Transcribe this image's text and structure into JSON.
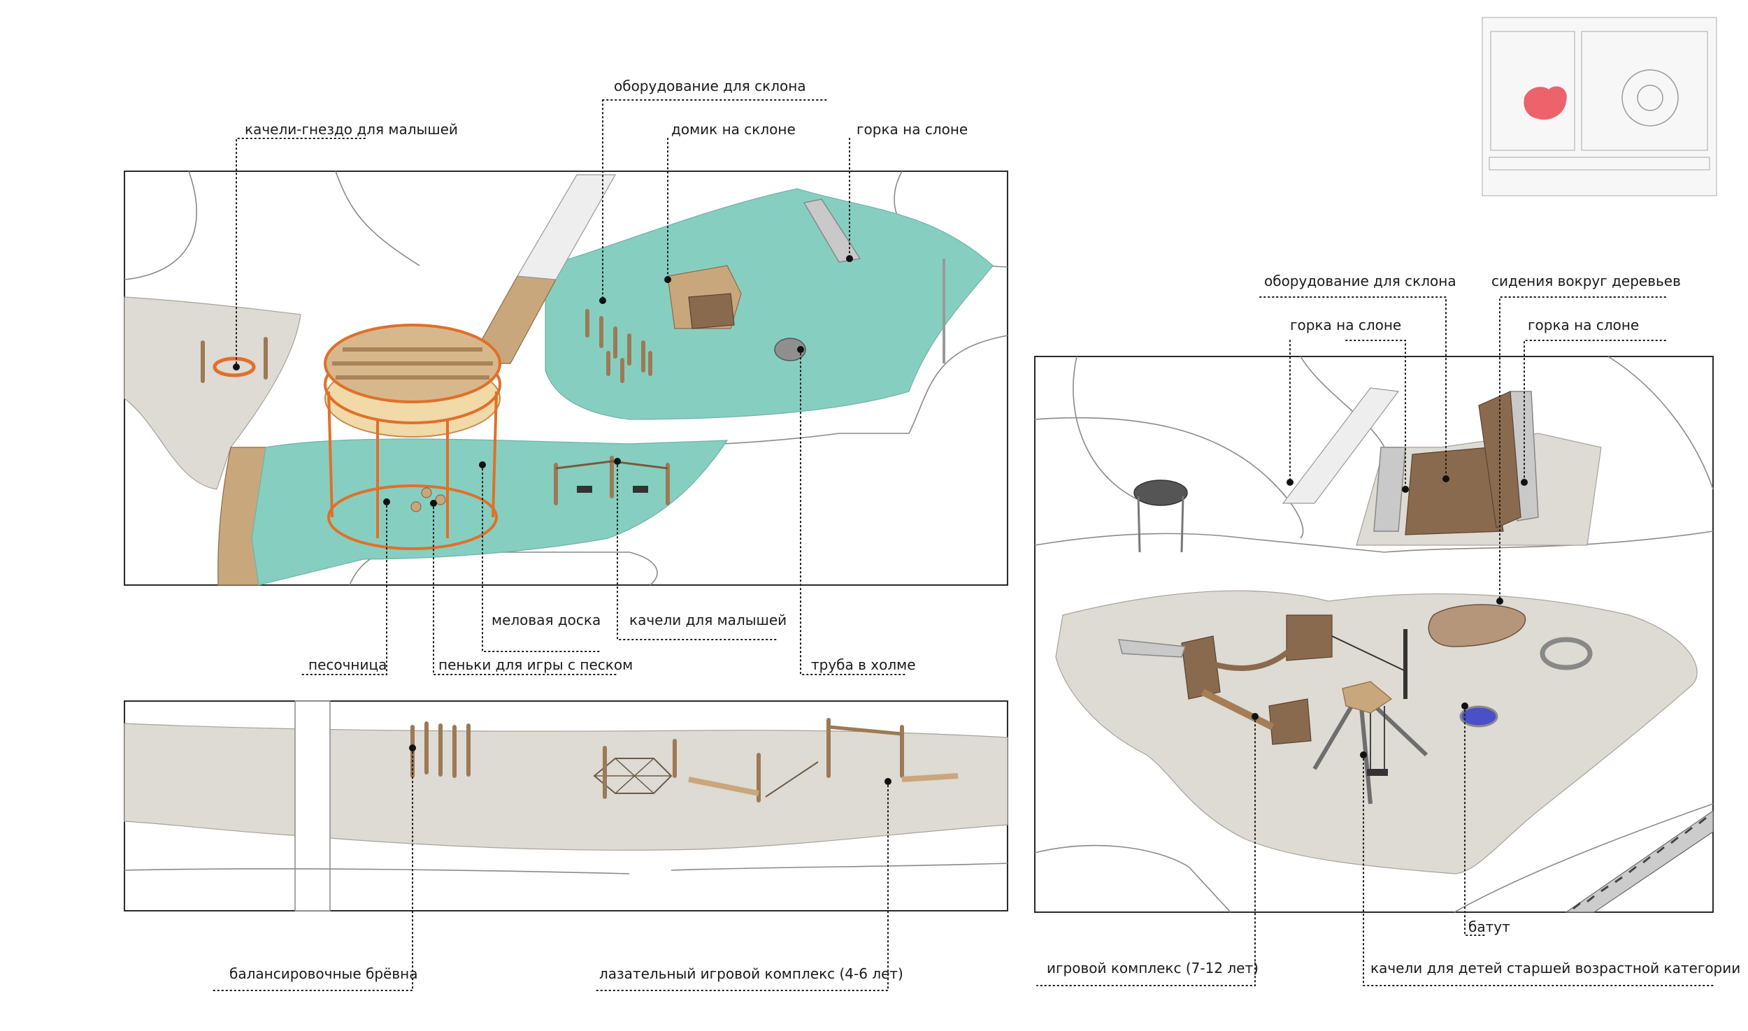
{
  "labels": {
    "nest_swing": "качели-гнездо для малышей",
    "slope_equipment_top": "оборудование для склона",
    "slope_house": "домик на склоне",
    "slide_top": "горка на слоне",
    "chalk_board": "меловая доска",
    "baby_swings": "качели для малышей",
    "sandbox": "песочница",
    "stumps": "пеньки для игры с песком",
    "hill_tube": "труба в холме",
    "balance_logs": "балансировочные брёвна",
    "climbing_complex": "лазательный игровой комплекс (4-6 лет)",
    "slope_equipment_right": "оборудование для склона",
    "tree_seats": "сидения вокруг деревьев",
    "slide_right_1": "горка на слоне",
    "slide_right_2": "горка на слоне",
    "trampoline": "батут",
    "play_complex": "игровой комплекс (7-12  лет)",
    "older_swings": "качели для детей старшей возрастной категории"
  },
  "colors": {
    "rubber_surface": "#86cfc0",
    "gravel_surface": "#dedad4",
    "pergola_frame": "#e0702a",
    "wood": "#c9a77c",
    "locator_highlight": "#e8323c",
    "trampoline": "#4b4fc8"
  }
}
